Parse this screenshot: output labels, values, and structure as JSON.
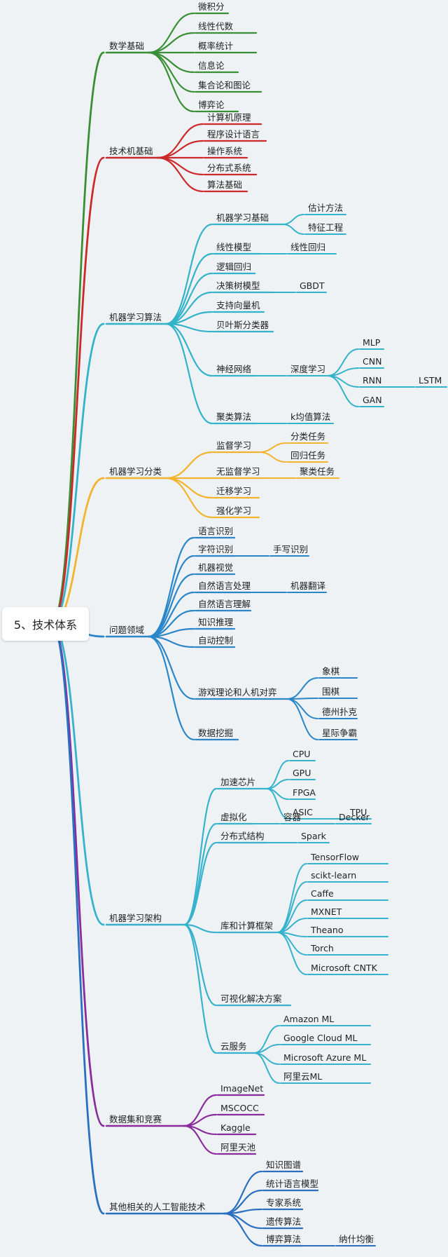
{
  "colors": {
    "math": "#3a8f36",
    "cs": "#cc2a2a",
    "ml": "#33b3c9",
    "mlclass": "#f2b32e",
    "domain": "#2b86c9",
    "arch": "#37b2cc",
    "data": "#8a2d9c",
    "other": "#2a6fc0"
  },
  "root": {
    "label": "5、技术体系"
  },
  "branches": {
    "math": {
      "label": "数学基础",
      "children": [
        "微积分",
        "线性代数",
        "概率统计",
        "信息论",
        "集合论和图论",
        "博弈论"
      ]
    },
    "cs": {
      "label": "技术机基础",
      "children": [
        "计算机原理",
        "程序设计语言",
        "操作系统",
        "分布式系统",
        "算法基础"
      ]
    },
    "ml": {
      "label": "机器学习算法",
      "children": [
        "机器学习基础",
        "线性模型",
        "逻辑回归",
        "决策树模型",
        "支持向量机",
        "贝叶斯分类器",
        "神经网络",
        "聚类算法"
      ],
      "sub": {
        "basics": [
          "估计方法",
          "特征工程"
        ],
        "linear": "线性回归",
        "tree": "GBDT",
        "nn": "深度学习",
        "nn_children": [
          "MLP",
          "CNN",
          "RNN",
          "GAN"
        ],
        "rnn_child": "LSTM",
        "cluster": "k均值算法"
      }
    },
    "mlclass": {
      "label": "机器学习分类",
      "children": [
        "监督学习",
        "无监督学习",
        "迁移学习",
        "强化学习"
      ],
      "sub": {
        "supervised": [
          "分类任务",
          "回归任务"
        ],
        "unsupervised": "聚类任务"
      }
    },
    "domain": {
      "label": "问题领域",
      "children": [
        "语言识别",
        "字符识别",
        "机器视觉",
        "自然语言处理",
        "自然语言理解",
        "知识推理",
        "自动控制",
        "游戏理论和人机对弈",
        "数据挖掘"
      ],
      "sub": {
        "ocr": "手写识别",
        "nlp": "机器翻译",
        "games": [
          "象棋",
          "围棋",
          "德州扑克",
          "星际争霸"
        ]
      }
    },
    "arch": {
      "label": "机器学习架构",
      "children": [
        "加速芯片",
        "虚拟化",
        "分布式结构",
        "库和计算框架",
        "可视化解决方案",
        "云服务"
      ],
      "sub": {
        "chips": [
          "CPU",
          "GPU",
          "FPGA",
          "ASIC"
        ],
        "asic": "TPU",
        "virt": "容器",
        "virt2": "Decker",
        "dist": "Spark",
        "libs": [
          "TensorFlow",
          "scikt-learn",
          "Caffe",
          "MXNET",
          "Theano",
          "Torch",
          "Microsoft CNTK"
        ],
        "cloud": [
          "Amazon ML",
          "Google Cloud ML",
          "Microsoft Azure ML",
          "阿里云ML"
        ]
      }
    },
    "data": {
      "label": "数据集和竞赛",
      "children": [
        "ImageNet",
        "MSCOCC",
        "Kaggle",
        "阿里天池"
      ]
    },
    "other": {
      "label": "其他相关的人工智能技术",
      "children": [
        "知识图谱",
        "统计语言模型",
        "专家系统",
        "遗传算法",
        "博弈算法"
      ],
      "sub": {
        "game": "纳什均衡"
      }
    }
  }
}
